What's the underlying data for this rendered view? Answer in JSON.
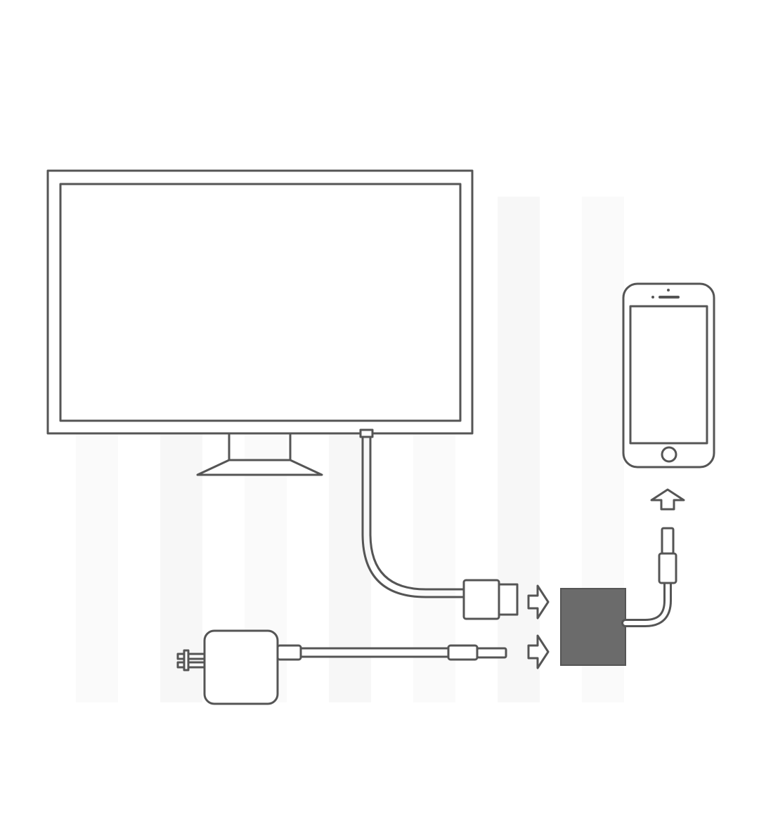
{
  "diagram": {
    "description_labels": [],
    "colors": {
      "background": "#ffffff",
      "background_stripes": "#f4f4f4",
      "line": "#555555",
      "adapter_fill": "#6b6b6b"
    },
    "components": [
      {
        "id": "tv-monitor",
        "icon": "tv-monitor-icon"
      },
      {
        "id": "hdmi-cable",
        "icon": "hdmi-plug-icon"
      },
      {
        "id": "power-adapter",
        "icon": "power-adapter-icon"
      },
      {
        "id": "lightning-cable",
        "icon": "lightning-plug-icon"
      },
      {
        "id": "av-adapter",
        "icon": "av-adapter-icon"
      },
      {
        "id": "smartphone",
        "icon": "smartphone-icon"
      }
    ],
    "arrows": [
      {
        "id": "arrow-hdmi-to-adapter",
        "direction": "right"
      },
      {
        "id": "arrow-power-to-adapter",
        "direction": "right"
      },
      {
        "id": "arrow-adapter-to-phone",
        "direction": "up"
      }
    ]
  }
}
